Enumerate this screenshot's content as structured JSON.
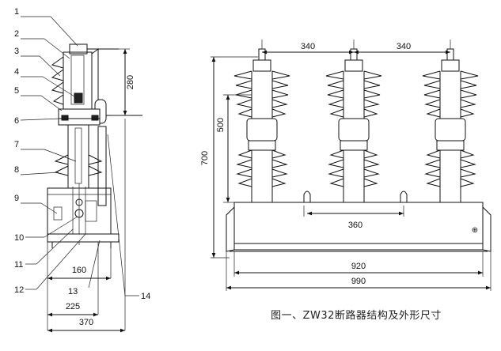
{
  "figure": {
    "caption": "图一、ZW32断路器结构及外形尺寸"
  },
  "side_view": {
    "part_numbers": [
      "1",
      "2",
      "3",
      "4",
      "5",
      "6",
      "7",
      "8",
      "9",
      "10",
      "11",
      "12",
      "13",
      "14"
    ],
    "dimensions": {
      "top_height": "280",
      "base_inner": "160",
      "base_mid": "225",
      "base_total": "370"
    }
  },
  "front_view": {
    "dimensions": {
      "pole_spacing_left": "340",
      "pole_spacing_right": "340",
      "overall_height": "700",
      "pole_height": "500",
      "mount_spacing": "360",
      "frame_width": "920",
      "overall_width": "990"
    }
  }
}
